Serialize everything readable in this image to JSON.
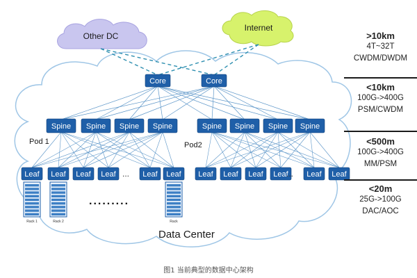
{
  "labels": {
    "other_dc": "Other DC",
    "internet": "Internet",
    "core": "Core",
    "spine": "Spine",
    "leaf": "Leaf",
    "pod1": "Pod 1",
    "pod2": "Pod2",
    "ellipsis": "...",
    "data_center": "Data Center",
    "rack1": "Rack 1",
    "rack2": "Rack 2",
    "rackN": "Rack"
  },
  "side_table": [
    {
      "head": ">10km",
      "lines": [
        "4T~32T",
        "CWDM/DWDM"
      ]
    },
    {
      "head": "<10km",
      "lines": [
        "100G->400G",
        "PSM/CWDM"
      ]
    },
    {
      "head": "<500m",
      "lines": [
        "100G->400G",
        "MM/PSM"
      ]
    },
    {
      "head": "<20m",
      "lines": [
        "25G->100G",
        "DAC/AOC"
      ]
    }
  ],
  "caption": "图1 当前典型的数据中心架构",
  "colors": {
    "node": "#1f5fa8",
    "node_text": "#ffffff",
    "other_dc_cloud": "#c9c6ef",
    "internet_cloud": "#d7f26c",
    "dc_cloud_stroke": "#9fc6e6",
    "link": "#5b95c8",
    "wan_link": "#2e8fb0"
  }
}
